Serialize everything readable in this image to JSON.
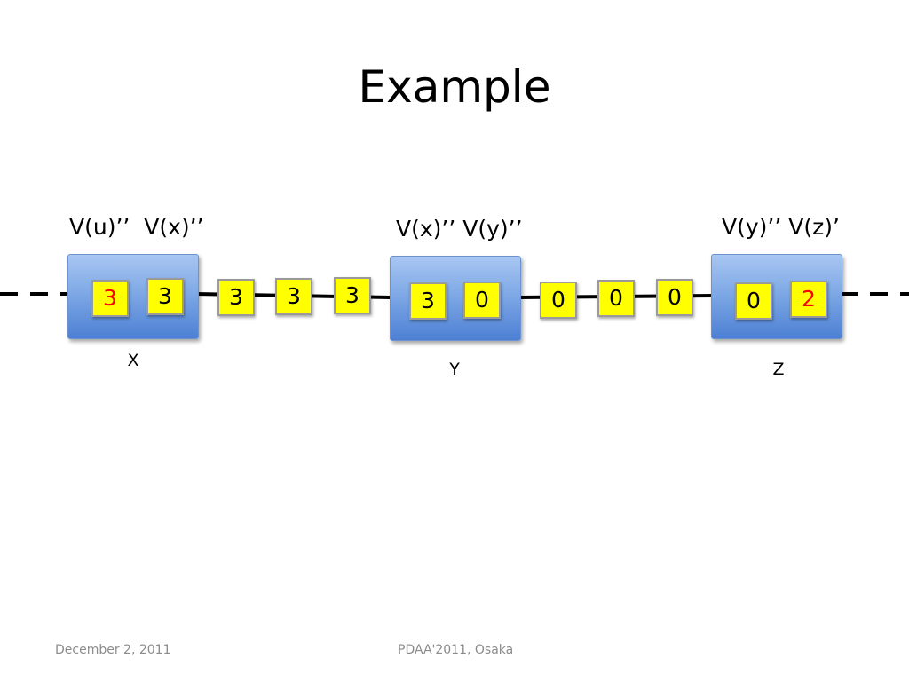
{
  "slide": {
    "title": "Example",
    "footer_left": "December 2, 2011",
    "footer_center": "PDAA'2011, Osaka"
  },
  "colors": {
    "box_fill": "#ffff00",
    "highlight_text": "#ff0000",
    "normal_text": "#000000",
    "node_blue": "#7fa9e6",
    "line": "#000000"
  },
  "nodes": {
    "x": {
      "name": "X",
      "header": "V(u)’’  V(x)’’",
      "left_value": "3",
      "right_value": "3"
    },
    "y": {
      "name": "Y",
      "header": "V(x)’’ V(y)’’",
      "left_value": "3",
      "right_value": "0"
    },
    "z": {
      "name": "Z",
      "header": "V(y)’’ V(z)’",
      "left_value": "0",
      "right_value": "2"
    }
  },
  "messages": {
    "x_to_y": [
      "3",
      "3",
      "3"
    ],
    "y_to_z": [
      "0",
      "0",
      "0"
    ]
  }
}
